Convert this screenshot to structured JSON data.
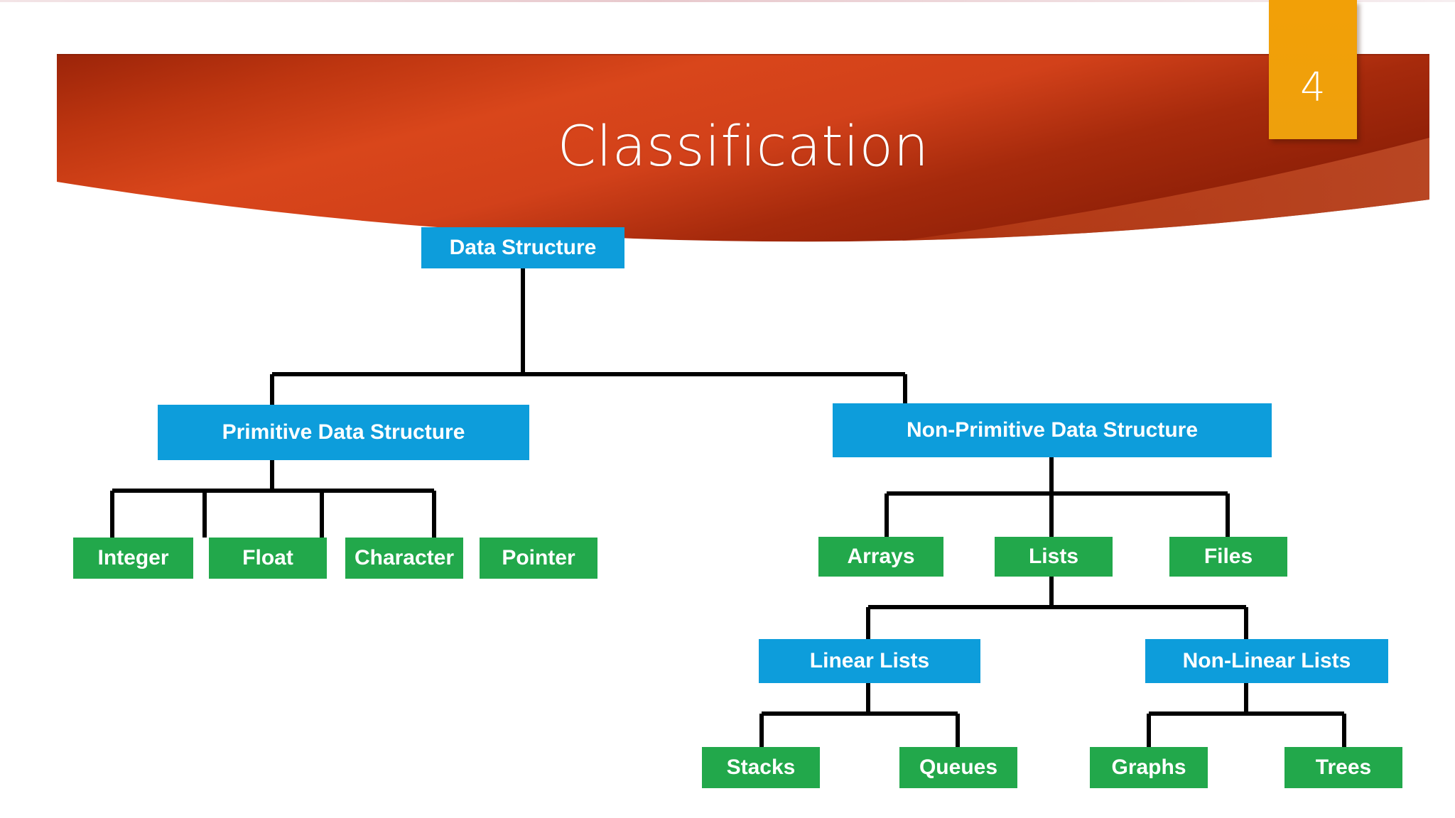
{
  "slide": {
    "title": "Classification",
    "number": "4",
    "accent_banner_dark": "#8e2008",
    "accent_banner_bright": "#d8451b",
    "accent_badge": "#f0a00a",
    "node_blue": "#0d9ddb",
    "node_green": "#22a84b",
    "connector_color": "#000000",
    "background": "#ffffff"
  },
  "chart_data": {
    "type": "tree",
    "title": "Classification",
    "nodes": [
      {
        "id": "data-structure",
        "label": "Data Structure",
        "level": 0,
        "color": "#0d9ddb"
      },
      {
        "id": "primitive",
        "label": "Primitive Data Structure",
        "level": 1,
        "color": "#0d9ddb"
      },
      {
        "id": "non-primitive",
        "label": "Non-Primitive Data Structure",
        "level": 1,
        "color": "#0d9ddb"
      },
      {
        "id": "integer",
        "label": "Integer",
        "level": 2,
        "color": "#22a84b"
      },
      {
        "id": "float",
        "label": "Float",
        "level": 2,
        "color": "#22a84b"
      },
      {
        "id": "character",
        "label": "Character",
        "level": 2,
        "color": "#22a84b"
      },
      {
        "id": "pointer",
        "label": "Pointer",
        "level": 2,
        "color": "#22a84b"
      },
      {
        "id": "arrays",
        "label": "Arrays",
        "level": 2,
        "color": "#22a84b"
      },
      {
        "id": "lists",
        "label": "Lists",
        "level": 2,
        "color": "#22a84b"
      },
      {
        "id": "files",
        "label": "Files",
        "level": 2,
        "color": "#22a84b"
      },
      {
        "id": "linear-lists",
        "label": "Linear Lists",
        "level": 3,
        "color": "#0d9ddb"
      },
      {
        "id": "non-linear-lists",
        "label": "Non-Linear Lists",
        "level": 3,
        "color": "#0d9ddb"
      },
      {
        "id": "stacks",
        "label": "Stacks",
        "level": 4,
        "color": "#22a84b"
      },
      {
        "id": "queues",
        "label": "Queues",
        "level": 4,
        "color": "#22a84b"
      },
      {
        "id": "graphs",
        "label": "Graphs",
        "level": 4,
        "color": "#22a84b"
      },
      {
        "id": "trees",
        "label": "Trees",
        "level": 4,
        "color": "#22a84b"
      }
    ],
    "edges": [
      [
        "data-structure",
        "primitive"
      ],
      [
        "data-structure",
        "non-primitive"
      ],
      [
        "primitive",
        "integer"
      ],
      [
        "primitive",
        "float"
      ],
      [
        "primitive",
        "character"
      ],
      [
        "primitive",
        "pointer"
      ],
      [
        "non-primitive",
        "arrays"
      ],
      [
        "non-primitive",
        "lists"
      ],
      [
        "non-primitive",
        "files"
      ],
      [
        "lists",
        "linear-lists"
      ],
      [
        "lists",
        "non-linear-lists"
      ],
      [
        "linear-lists",
        "stacks"
      ],
      [
        "linear-lists",
        "queues"
      ],
      [
        "non-linear-lists",
        "graphs"
      ],
      [
        "non-linear-lists",
        "trees"
      ]
    ]
  },
  "tree": {
    "root": {
      "label": "Data Structure"
    },
    "primitive": {
      "label": "Primitive Data Structure"
    },
    "non_primitive": {
      "label": "Non-Primitive Data Structure"
    },
    "integer": {
      "label": "Integer"
    },
    "float": {
      "label": "Float"
    },
    "character": {
      "label": "Character"
    },
    "pointer": {
      "label": "Pointer"
    },
    "arrays": {
      "label": "Arrays"
    },
    "lists": {
      "label": "Lists"
    },
    "files": {
      "label": "Files"
    },
    "linear_lists": {
      "label": "Linear Lists"
    },
    "non_linear_lists": {
      "label": "Non-Linear Lists"
    },
    "stacks": {
      "label": "Stacks"
    },
    "queues": {
      "label": "Queues"
    },
    "graphs": {
      "label": "Graphs"
    },
    "trees": {
      "label": "Trees"
    }
  }
}
